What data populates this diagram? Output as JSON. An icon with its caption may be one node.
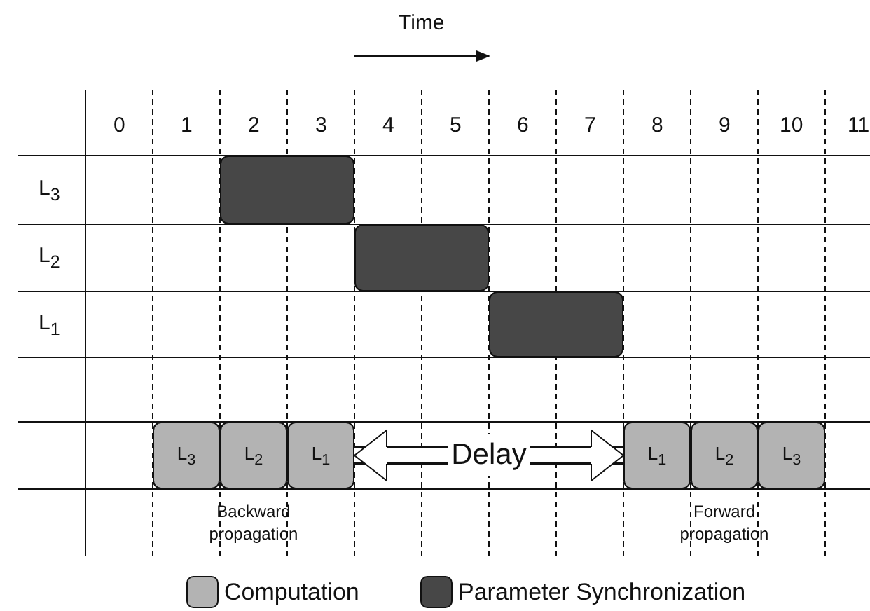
{
  "diagram": {
    "nodes": [
      {
        "text": [],
        "shape": "box"
      },
      {
        "text": [],
        "shape": "box"
      },
      {
        "text": [],
        "shape": "box"
      },
      {
        "text": [
          "L$_{3}$"
        ]
      },
      {
        "text": [
          "L$_{2}$"
        ]
      },
      {
        "text": [
          "L$_{1}$"
        ]
      },
      {
        "text": [
          "Delay"
        ]
      },
      {
        "text": [
          "L$_{1}$"
        ]
      },
      {
        "text": [
          "L$_{2}$"
        ]
      },
      {
        "text": [
          "L$_{3}$"
        ]
      }
    ],
    "edges": [
      {
        "from": 6,
        "to": 5,
        "arrow": "to"
      },
      {
        "from": 6,
        "to": 7,
        "arrow": "to"
      }
    ],
    "labels": [
      "Time",
      "0",
      "1",
      "2",
      "3",
      "4",
      "5",
      "6",
      "7",
      "8",
      "9",
      "10",
      "11",
      "L$_{3}$",
      "L$_{2}$",
      "L$_{1}$",
      "Backward propagation",
      "Forward propagation"
    ],
    "legend": [
      {
        "text": "Computation",
        "color": "#b3b3b3"
      },
      {
        "text": "Parameter Synchronization",
        "color": "#474747"
      }
    ]
  }
}
